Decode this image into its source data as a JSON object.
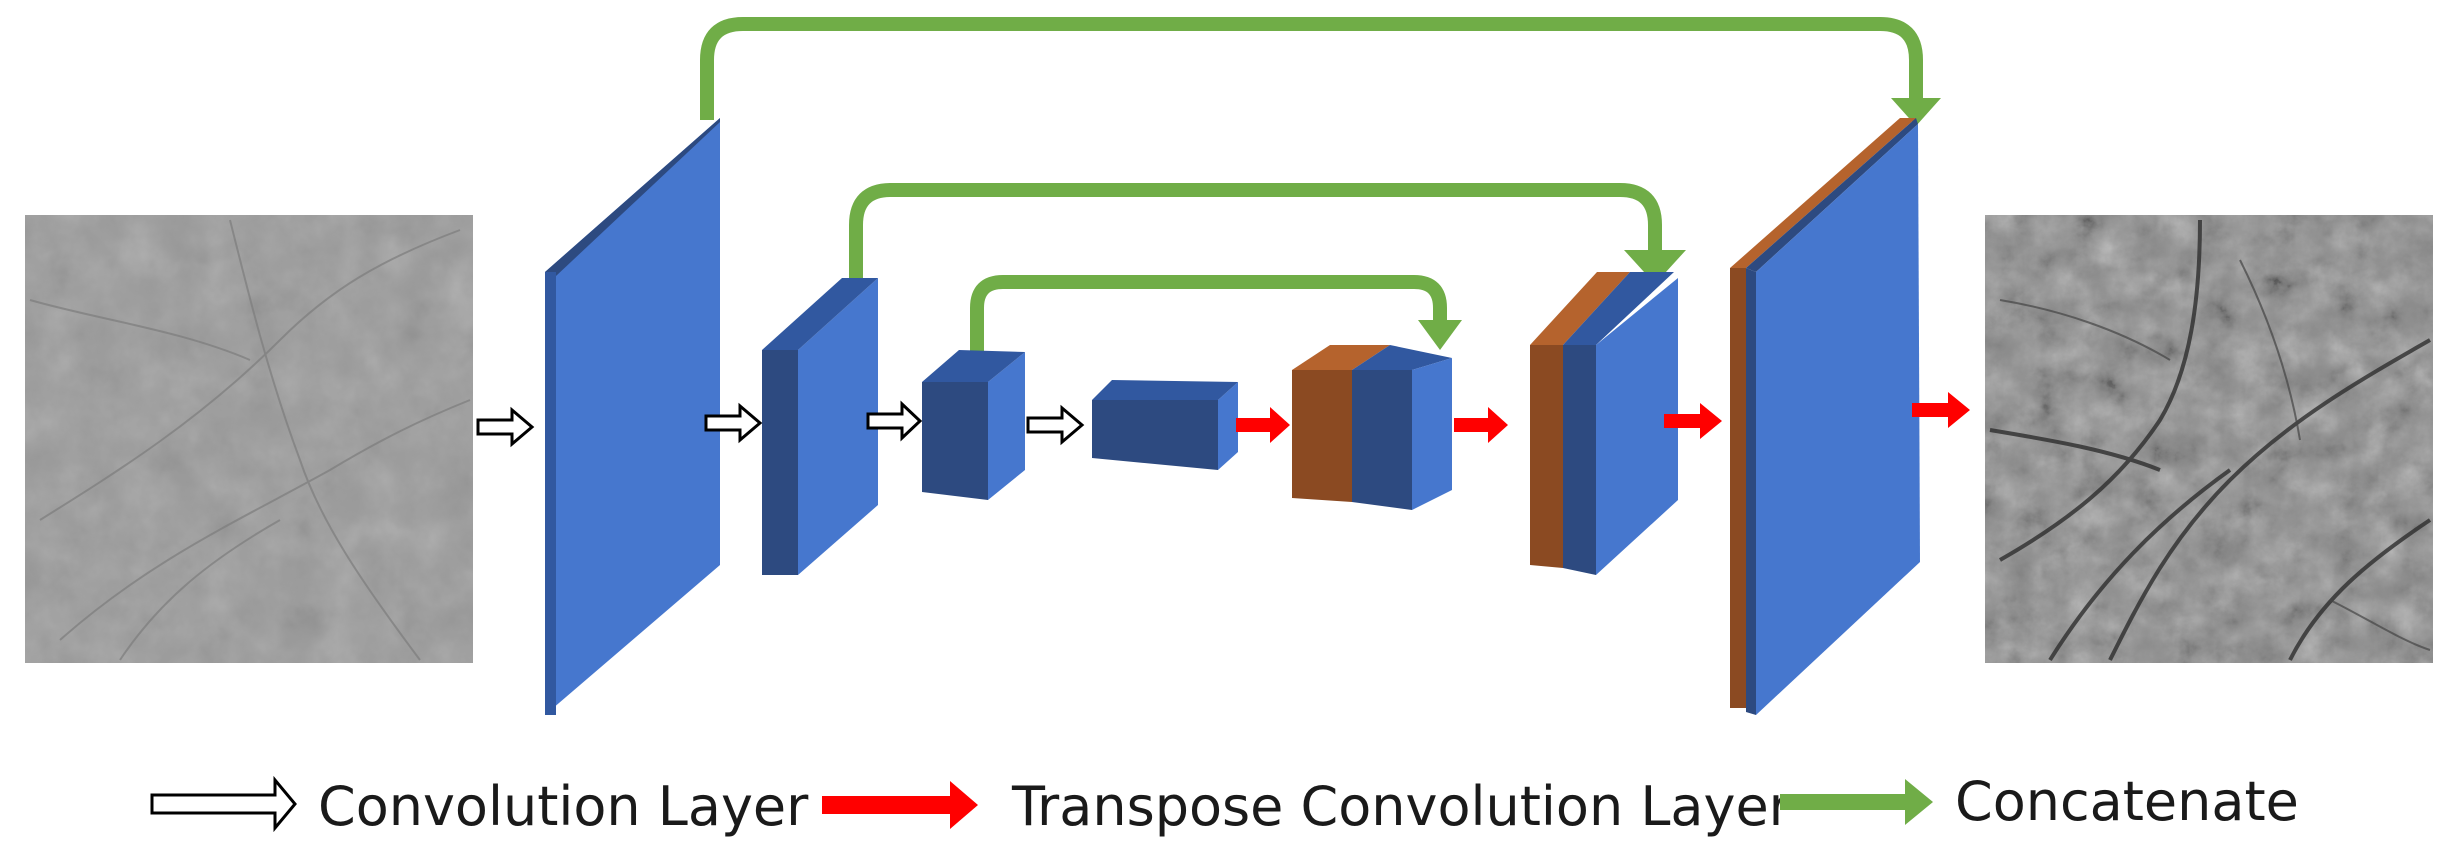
{
  "legend": {
    "conv_label": "Convolution Layer",
    "tconv_label": "Transpose Convolution Layer",
    "concat_label": "Concatenate"
  },
  "colors": {
    "block_front": "#4677CE",
    "block_dark": "#2D4A80",
    "block_side": "#3158A0",
    "concat_front": "#8B4A22",
    "concat_top": "#B5632D",
    "transpose_arrow": "#FF0000",
    "concat_arrow": "#70AD47",
    "conv_arrow_outline": "#000000"
  },
  "images": {
    "input": "grayscale palm-print patch, low contrast",
    "output": "grayscale palm-print patch, enhanced contrast"
  }
}
